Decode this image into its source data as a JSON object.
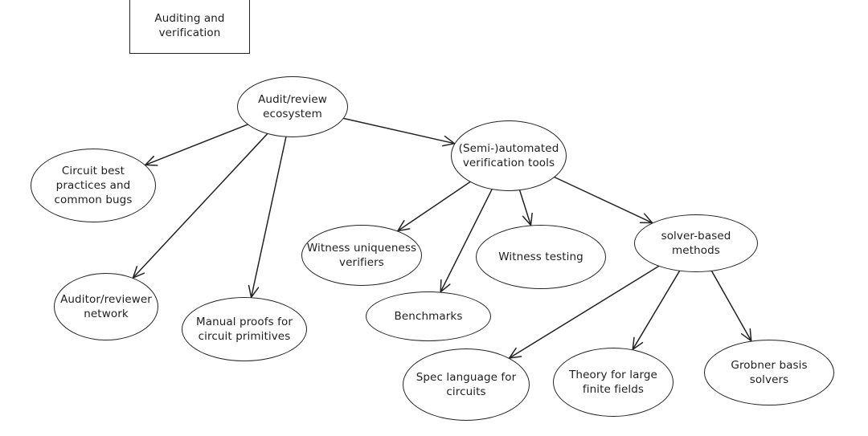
{
  "title": "Auditing and\nverification",
  "nodes": {
    "root": "Audit/review\necosystem",
    "circuit_best": "Circuit best\npractices and\ncommon bugs",
    "auditor": "Auditor/reviewer\nnetwork",
    "manual": "Manual proofs for\ncircuit primitives",
    "semi": "(Semi-)automated\nverification tools",
    "witness_unique": "Witness uniqueness\nverifiers",
    "benchmarks": "Benchmarks",
    "witness_testing": "Witness testing",
    "solver": "solver-based\nmethods",
    "spec": "Spec language for\ncircuits",
    "theory": "Theory for large\nfinite fields",
    "grobner": "Grobner basis\nsolvers"
  },
  "edges": [
    {
      "from": "root",
      "to": "circuit_best"
    },
    {
      "from": "root",
      "to": "auditor"
    },
    {
      "from": "root",
      "to": "manual"
    },
    {
      "from": "root",
      "to": "semi"
    },
    {
      "from": "semi",
      "to": "witness_unique"
    },
    {
      "from": "semi",
      "to": "benchmarks"
    },
    {
      "from": "semi",
      "to": "witness_testing"
    },
    {
      "from": "semi",
      "to": "solver"
    },
    {
      "from": "solver",
      "to": "spec"
    },
    {
      "from": "solver",
      "to": "theory"
    },
    {
      "from": "solver",
      "to": "grobner"
    }
  ]
}
